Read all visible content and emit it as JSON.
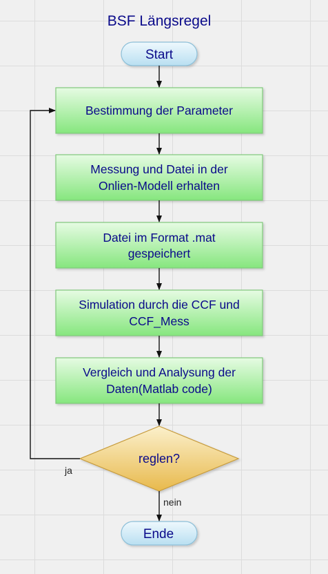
{
  "title": "BSF Längsregel",
  "start": "Start",
  "end": "Ende",
  "steps": [
    {
      "line1": "Bestimmung der Parameter",
      "line2": ""
    },
    {
      "line1": "Messung und Datei in der",
      "line2": "Onlien-Modell erhalten"
    },
    {
      "line1": "Datei im Format .mat",
      "line2": "gespeichert"
    },
    {
      "line1": "Simulation durch die CCF und",
      "line2": "CCF_Mess"
    },
    {
      "line1": "Vergleich und Analysung der",
      "line2": "Daten(Matlab code)"
    }
  ],
  "decision": {
    "label": "reglen?",
    "yes": "ja",
    "no": "nein"
  },
  "colors": {
    "text": "#0a0a8a",
    "process_fill_top": "#e6fbe3",
    "process_fill_bottom": "#86e67e",
    "process_border": "#7fc77a",
    "terminal_fill_top": "#eef8fd",
    "terminal_fill_bottom": "#b9dff1",
    "terminal_border": "#8cbfd8",
    "decision_fill_top": "#fbf0cc",
    "decision_fill_bottom": "#e8b94c",
    "decision_border": "#c69a3a"
  }
}
